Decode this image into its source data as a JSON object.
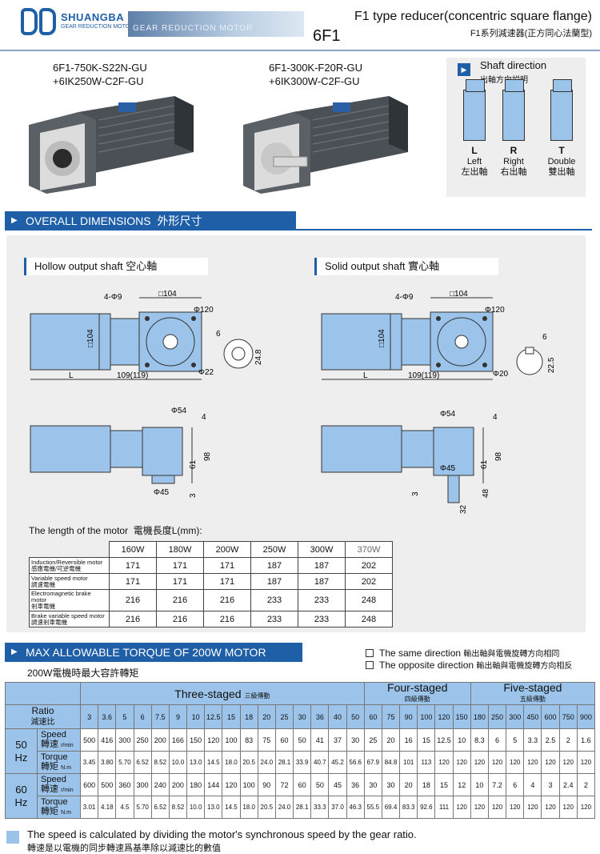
{
  "header": {
    "brand": "SHUANGBA",
    "brand_sub": "GEAR REDUCTION MOTOR",
    "band_text": "GEAR REDUCTION MOTOR",
    "title_en": "F1 type reducer(concentric square flange)",
    "title_cn": "F1系列減速器(正方同心法蘭型)",
    "model": "6F1"
  },
  "products": [
    {
      "line1": "6F1-750K-S22N-GU",
      "line2": "+6IK250W-C2F-GU"
    },
    {
      "line1": "6F1-300K-F20R-GU",
      "line2": "+6IK300W-C2F-GU"
    }
  ],
  "shaft_direction": {
    "title": "Shaft direction",
    "sub": "出軸方向説明",
    "items": [
      {
        "code": "L",
        "en": "Left",
        "cn": "左出軸"
      },
      {
        "code": "R",
        "en": "Right",
        "cn": "右出軸"
      },
      {
        "code": "T",
        "en": "Double",
        "cn": "雙出軸"
      }
    ]
  },
  "overall": {
    "title": "OVERALL DIMENSIONS",
    "title_cn": "外形尺寸",
    "hollow": "Hollow output shaft",
    "hollow_cn": "空心軸",
    "solid": "Solid output shaft",
    "solid_cn": "實心軸",
    "dims": {
      "holes": "4-Φ9",
      "sq": "□104",
      "dia120": "Φ120",
      "h104": "□104",
      "L": "L",
      "w109": "109(119)",
      "k6": "6",
      "d22": "Φ22",
      "h248": "24.8",
      "d20": "Φ20",
      "h225": "22.5",
      "d54": "Φ54",
      "n4": "4",
      "n98": "98",
      "n61": "61",
      "d45": "Φ45",
      "n3": "3",
      "n48": "48",
      "n32": "32"
    }
  },
  "length_table": {
    "title": "The length of the motor",
    "title_cn": "電機長度L(mm):",
    "headers": [
      "160W",
      "180W",
      "200W",
      "250W",
      "300W",
      "370W"
    ],
    "rows": [
      {
        "en": "Induction/Reversible motor",
        "cn": "感應電機/可逆電機",
        "values": [
          "171",
          "171",
          "171",
          "187",
          "187",
          "202"
        ]
      },
      {
        "en": "Variable speed motor",
        "cn": "調速電機",
        "values": [
          "171",
          "171",
          "171",
          "187",
          "187",
          "202"
        ]
      },
      {
        "en": "Electromagnetic brake motor",
        "cn": "剎車電機",
        "values": [
          "216",
          "216",
          "216",
          "233",
          "233",
          "248"
        ]
      },
      {
        "en": "Brake variable speed motor",
        "cn": "調速剎車電機",
        "values": [
          "216",
          "216",
          "216",
          "233",
          "233",
          "248"
        ]
      }
    ]
  },
  "torque": {
    "title": "MAX ALLOWABLE TORQUE OF 200W MOTOR",
    "title_cn": "200W電機時最大容許轉矩",
    "same_dir": "The same direction",
    "same_dir_cn": "輸出軸與電機旋轉方向相同",
    "opp_dir": "The opposite direction",
    "opp_dir_cn": "輸出軸與電機旋轉方向相反",
    "three": "Three-staged",
    "three_cn": "三級傳動",
    "four": "Four-staged",
    "four_cn": "四級傳動",
    "five": "Five-staged",
    "five_cn": "五級傳動",
    "ratio": "Ratio",
    "ratio_cn": "減速比",
    "hz50": "50",
    "hz60": "60",
    "hz": "Hz",
    "speed": "Speed",
    "speed_cn": "轉速",
    "speed_unit": "r/min",
    "torq": "Torque",
    "torq_cn": "轉矩",
    "torq_unit": "N.m",
    "ratios": [
      "3",
      "3.6",
      "5",
      "6",
      "7.5",
      "9",
      "10",
      "12.5",
      "15",
      "18",
      "20",
      "25",
      "30",
      "36",
      "40",
      "50",
      "60",
      "75",
      "90",
      "100",
      "120",
      "150",
      "180",
      "250",
      "300",
      "450",
      "600",
      "750",
      "900"
    ],
    "speed50": [
      "500",
      "416",
      "300",
      "250",
      "200",
      "166",
      "150",
      "120",
      "100",
      "83",
      "75",
      "60",
      "50",
      "41",
      "37",
      "30",
      "25",
      "20",
      "16",
      "15",
      "12.5",
      "10",
      "8.3",
      "6",
      "5",
      "3.3",
      "2.5",
      "2",
      "1.6"
    ],
    "torque50": [
      "3.45",
      "3.80",
      "5.70",
      "6.52",
      "8.52",
      "10.0",
      "13.0",
      "14.5",
      "18.0",
      "20.5",
      "24.0",
      "28.1",
      "33.9",
      "40.7",
      "45.2",
      "56.6",
      "67.9",
      "84.8",
      "101",
      "113",
      "120",
      "120",
      "120",
      "120",
      "120",
      "120",
      "120",
      "120",
      "120"
    ],
    "speed60": [
      "600",
      "500",
      "360",
      "300",
      "240",
      "200",
      "180",
      "144",
      "120",
      "100",
      "90",
      "72",
      "60",
      "50",
      "45",
      "36",
      "30",
      "30",
      "20",
      "18",
      "15",
      "12",
      "10",
      "7.2",
      "6",
      "4",
      "3",
      "2.4",
      "2"
    ],
    "torque60": [
      "3.01",
      "4.18",
      "4.5",
      "5.70",
      "6.52",
      "8.52",
      "10.0",
      "13.0",
      "14.5",
      "18.0",
      "20.5",
      "24.0",
      "28.1",
      "33.3",
      "37.0",
      "46.3",
      "55.5",
      "69.4",
      "83.3",
      "92.6",
      "111",
      "120",
      "120",
      "120",
      "120",
      "120",
      "120",
      "120",
      "120"
    ]
  },
  "footer": {
    "en": "The speed is calculated by dividing the motor's synchronous speed by the gear ratio.",
    "cn": "轉速是以電機的同步轉速爲基準除以減速比的數值"
  }
}
